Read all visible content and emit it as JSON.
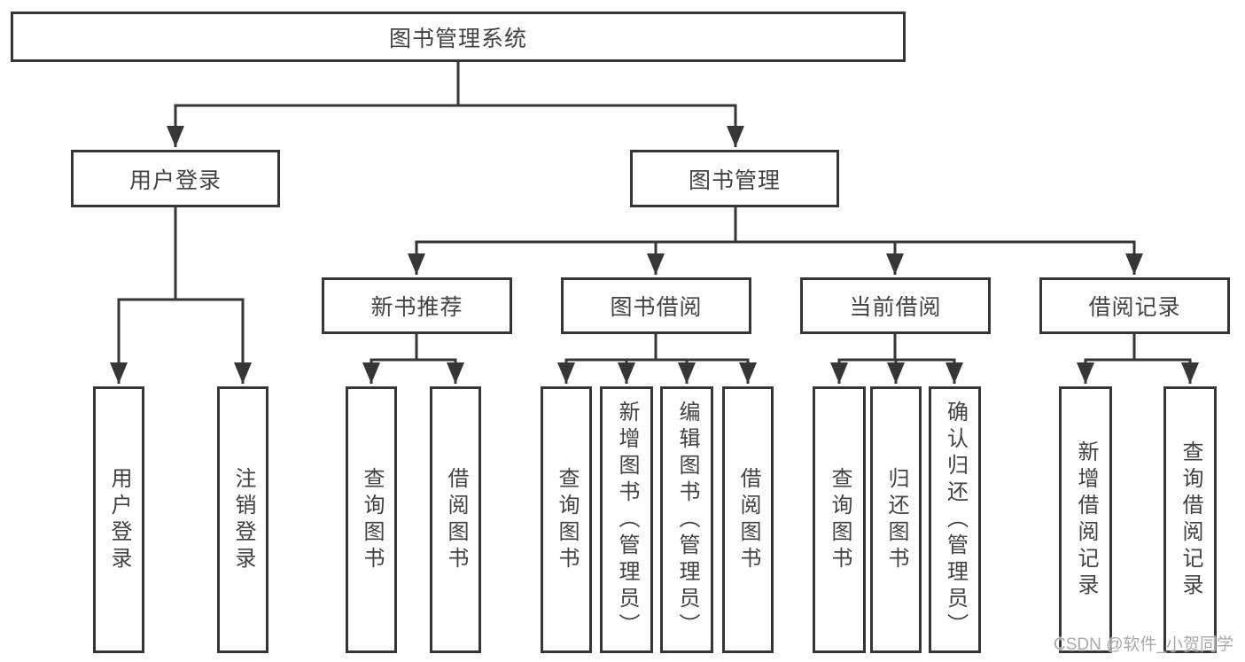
{
  "diagram": {
    "root": {
      "label": "图书管理系统"
    },
    "branches": [
      {
        "label": "用户登录",
        "children": [
          {
            "label": "用户登录"
          },
          {
            "label": "注销登录"
          }
        ]
      },
      {
        "label": "图书管理",
        "children": [
          {
            "label": "新书推荐",
            "children": [
              {
                "label": "查询图书"
              },
              {
                "label": "借阅图书"
              }
            ]
          },
          {
            "label": "图书借阅",
            "children": [
              {
                "label": "查询图书"
              },
              {
                "label": "新增图书（管理员）"
              },
              {
                "label": "编辑图书（管理员）"
              },
              {
                "label": "借阅图书"
              }
            ]
          },
          {
            "label": "当前借阅",
            "children": [
              {
                "label": "查询图书"
              },
              {
                "label": "归还图书"
              },
              {
                "label": "确认归还（管理员）"
              }
            ]
          },
          {
            "label": "借阅记录",
            "children": [
              {
                "label": "新增借阅记录"
              },
              {
                "label": "查询借阅记录"
              }
            ]
          }
        ]
      }
    ]
  },
  "watermark": {
    "text": "CSDN @软件_小贺同学"
  },
  "colors": {
    "line": "#363636",
    "border": "#363636",
    "text": "#424242",
    "watermark": "#a9a9a9",
    "background": "#ffffff"
  }
}
